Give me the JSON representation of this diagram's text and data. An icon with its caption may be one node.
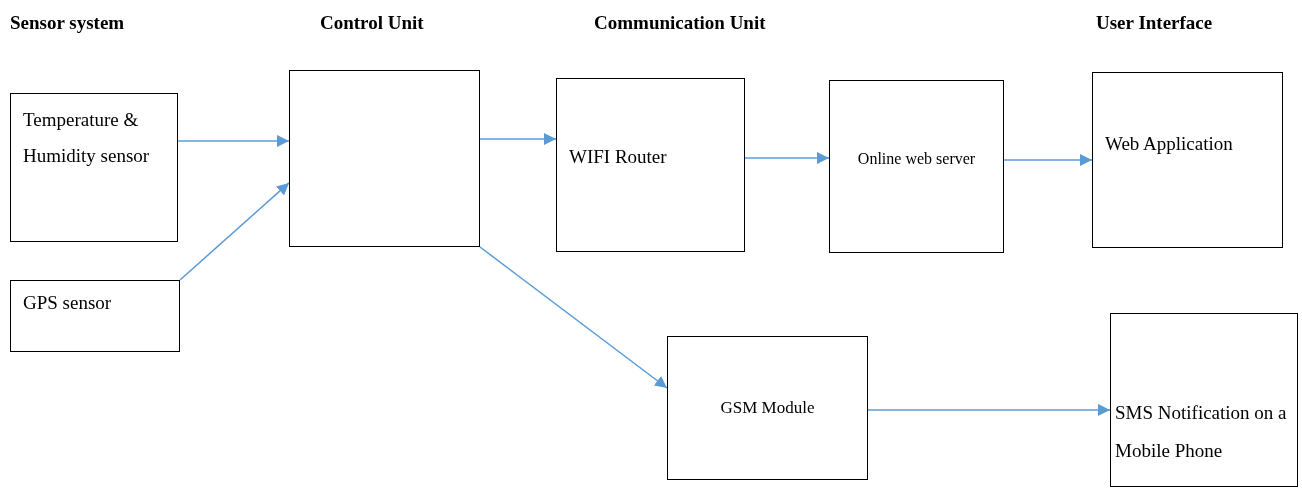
{
  "diagram": {
    "nodes": [
      {
        "text": [
          "Temperature & Humidity sensor"
        ]
      },
      {
        "text": [
          "GPS sensor"
        ]
      },
      {
        "text": [],
        "shape": "box"
      },
      {
        "text": [
          "WIFI Router"
        ]
      },
      {
        "text": [
          "Online web server"
        ]
      },
      {
        "text": [
          "Web Application"
        ]
      },
      {
        "text": [
          "GSM Module"
        ]
      },
      {
        "text": [
          "SMS Notification on a Mobile Phone"
        ]
      }
    ],
    "edges": [
      {
        "from": 0,
        "to": 2,
        "arrow": "to"
      },
      {
        "from": 1,
        "to": 2,
        "arrow": "to"
      },
      {
        "from": 2,
        "to": 3,
        "arrow": "to"
      },
      {
        "from": 3,
        "to": 4,
        "arrow": "to"
      },
      {
        "from": 4,
        "to": 5,
        "arrow": "to"
      },
      {
        "from": 2,
        "to": 6,
        "arrow": "to"
      },
      {
        "from": 6,
        "to": 7,
        "arrow": "to"
      }
    ],
    "labels": [
      "Sensor system",
      "Control Unit",
      "Communication Unit",
      "User Interface"
    ]
  }
}
